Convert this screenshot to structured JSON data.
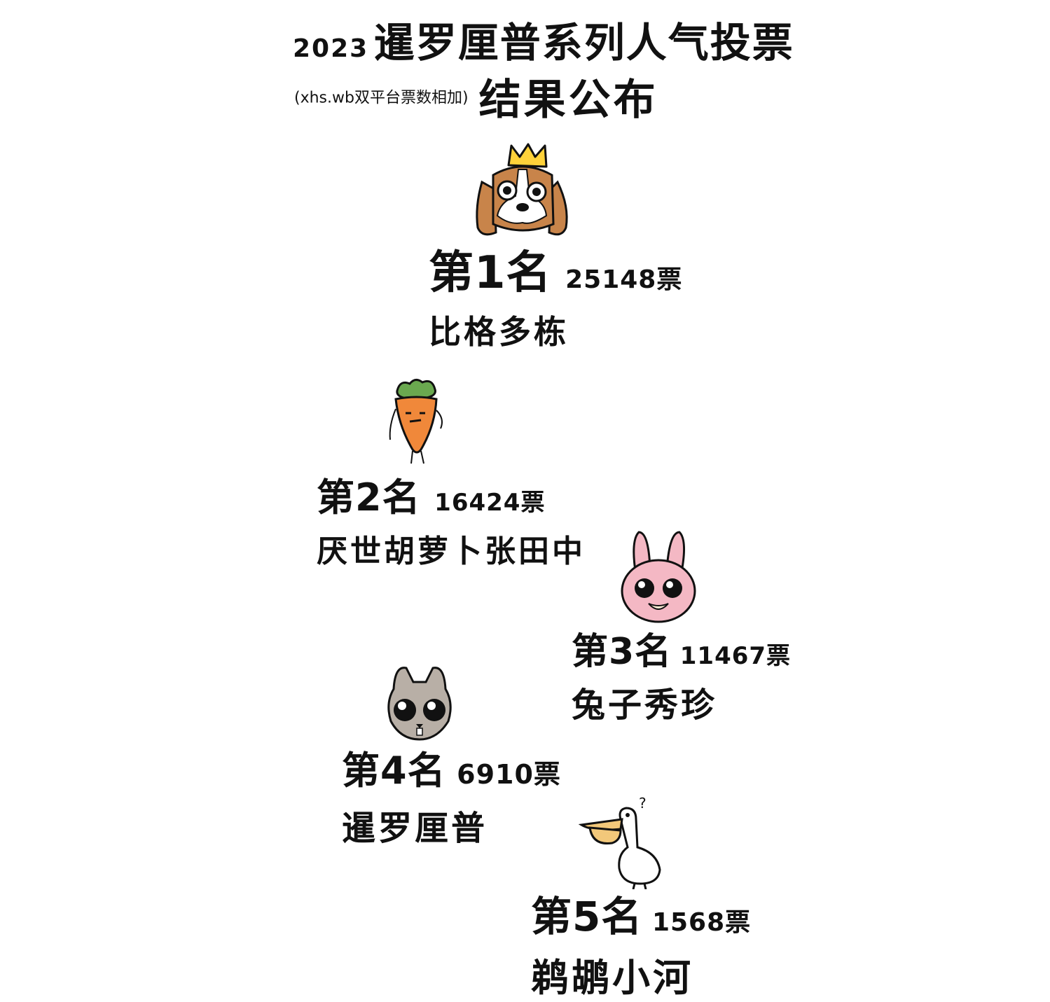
{
  "header": {
    "year": "2023",
    "title": "暹罗厘普系列人气投票",
    "subtitle": "(xhs.wb双平台票数相加)",
    "result": "结果公布"
  },
  "ranking": [
    {
      "rank": "第1名",
      "votes": "25148票",
      "name": "比格多栋",
      "character": "beagle-with-crown"
    },
    {
      "rank": "第2名",
      "votes": "16424票",
      "name": "厌世胡萝卜张田中",
      "character": "carrot"
    },
    {
      "rank": "第3名",
      "votes": "11467票",
      "name": "兔子秀珍",
      "character": "pink-rabbit"
    },
    {
      "rank": "第4名",
      "votes": "6910票",
      "name": "暹罗厘普",
      "character": "siamese-cat"
    },
    {
      "rank": "第5名",
      "votes": "1568票",
      "name": "鹈鹕小河",
      "character": "pelican"
    }
  ],
  "colors": {
    "ink": "#111111",
    "beagle_brown": "#C8844A",
    "carrot_orange": "#F0883A",
    "carrot_leaf": "#6AA84F",
    "rabbit_pink": "#F4B8C4",
    "cat_grey": "#B8AFA6",
    "pelican_beak": "#F2C87A"
  }
}
